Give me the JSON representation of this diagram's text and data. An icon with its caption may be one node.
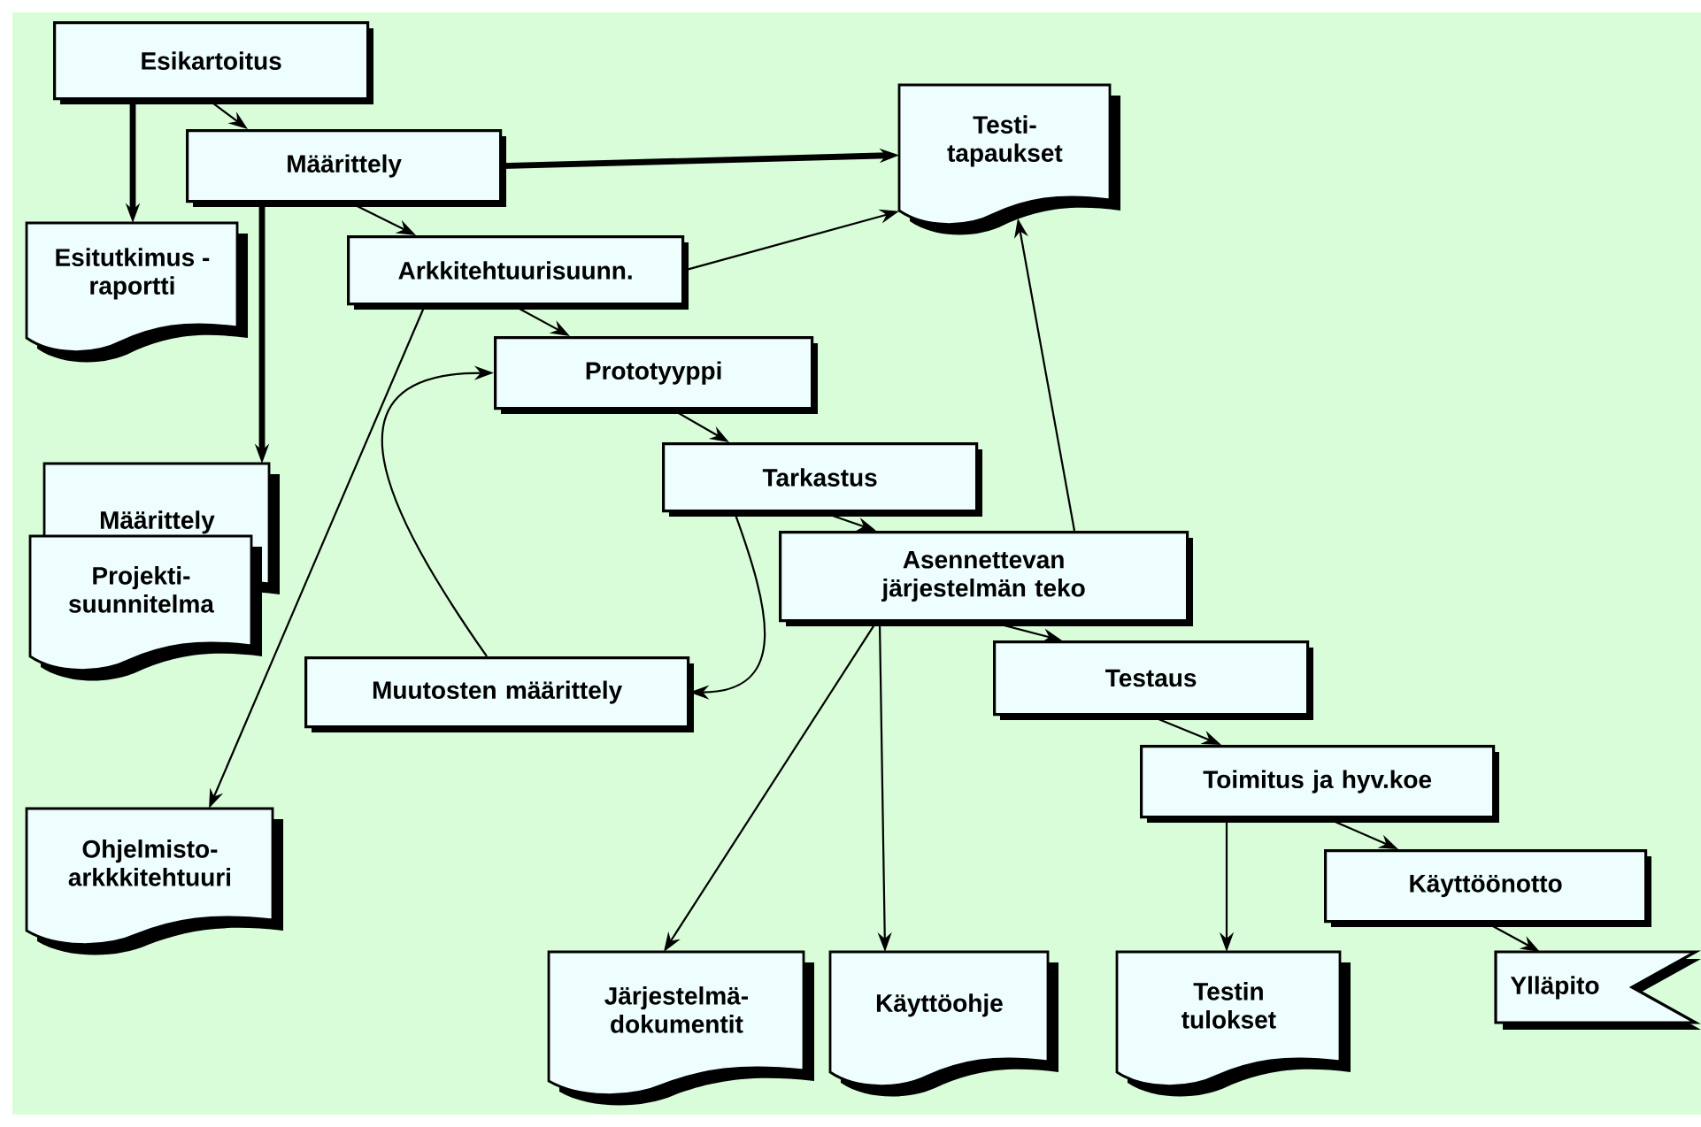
{
  "diagram": {
    "nodes": [
      {
        "text": [
          "Esikartoitus"
        ]
      },
      {
        "text": [
          "Määrittely"
        ]
      },
      {
        "text": [
          "Esitutkimus - raportti"
        ]
      },
      {
        "text": [
          "Arkkitehtuurisuunn."
        ]
      },
      {
        "text": [
          "Testi- tapaukset"
        ]
      },
      {
        "text": [
          "Prototyyppi"
        ]
      },
      {
        "text": [
          "Tarkastus"
        ]
      },
      {
        "text": [
          "Määrittely"
        ]
      },
      {
        "text": [
          "Projekti- suunnitelma"
        ]
      },
      {
        "text": [
          "Asennettevan järjestelmän teko"
        ]
      },
      {
        "text": [
          "Muutosten määrittely"
        ]
      },
      {
        "text": [
          "Testaus"
        ]
      },
      {
        "text": [
          "Ohjelmisto- arkkkitehtuuri"
        ]
      },
      {
        "text": [
          "Toimitus ja hyv.koe"
        ]
      },
      {
        "text": [
          "Käyttöönotto"
        ]
      },
      {
        "text": [
          "Järjestelmä- dokumentit"
        ]
      },
      {
        "text": [
          "Käyttöohje"
        ]
      },
      {
        "text": [
          "Testin tulokset"
        ]
      },
      {
        "text": [
          "Ylläpito"
        ]
      }
    ],
    "edges": [
      {
        "from": 0,
        "to": 1,
        "arrow": "to"
      },
      {
        "from": 0,
        "to": 2,
        "arrow": "to",
        "style": "thick"
      },
      {
        "from": 1,
        "to": 3,
        "arrow": "to"
      },
      {
        "from": 1,
        "to": 7,
        "arrow": "to",
        "style": "thick"
      },
      {
        "from": 1,
        "to": 4,
        "arrow": "to",
        "style": "thick"
      },
      {
        "from": 3,
        "to": 5,
        "arrow": "to"
      },
      {
        "from": 3,
        "to": 12,
        "arrow": "to"
      },
      {
        "from": 3,
        "to": 4,
        "arrow": "to"
      },
      {
        "from": 5,
        "to": 6,
        "arrow": "to"
      },
      {
        "from": 6,
        "to": 9,
        "arrow": "to"
      },
      {
        "from": 6,
        "to": 10,
        "arrow": "to"
      },
      {
        "from": 10,
        "to": 5,
        "arrow": "to"
      },
      {
        "from": 9,
        "to": 11,
        "arrow": "to"
      },
      {
        "from": 9,
        "to": 15,
        "arrow": "to"
      },
      {
        "from": 9,
        "to": 16,
        "arrow": "to"
      },
      {
        "from": 9,
        "to": 4,
        "arrow": "to"
      },
      {
        "from": 11,
        "to": 13,
        "arrow": "to"
      },
      {
        "from": 13,
        "to": 14,
        "arrow": "to"
      },
      {
        "from": 13,
        "to": 17,
        "arrow": "to"
      },
      {
        "from": 14,
        "to": 18,
        "arrow": "to"
      }
    ]
  }
}
